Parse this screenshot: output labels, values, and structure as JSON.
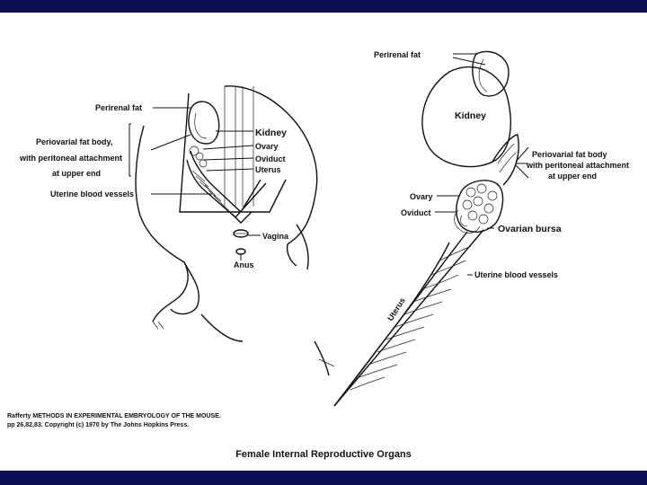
{
  "colors": {
    "band": "#0c1052",
    "ink": "#111111",
    "background": "#ffffff"
  },
  "left_labels": {
    "perirenal_fat": "Perirenal fat",
    "periovarial_line1": "Periovarial fat body,",
    "periovarial_line2": "with peritoneal attachment",
    "periovarial_line3": "at upper end",
    "kidney": "Kidney",
    "ovary": "Ovary",
    "oviduct": "Oviduct",
    "uterus": "Uterus",
    "uterine_blood_vessels": "Uterine blood vessels",
    "vagina": "Vagina",
    "anus": "Anus"
  },
  "right_labels": {
    "perirenal_fat": "Perirenal fat",
    "kidney": "Kidney",
    "periovarial_line1": "Periovarial fat body",
    "periovarial_line2": "with peritoneal attachment",
    "periovarial_line3": "at upper end",
    "ovary": "Ovary",
    "oviduct": "Oviduct",
    "ovarian_bursa": "Ovarian bursa",
    "uterine_blood_vessels": "Uterine blood vessels",
    "uterus": "Uterus"
  },
  "credit": {
    "line1": "Rafferty METHODS IN EXPERIMENTAL EMBRYOLOGY OF THE MOUSE.",
    "line2": "pp 26,82,83. Copyright (c) 1970 by The Johns Hopkins Press."
  },
  "caption": "Female Internal Reproductive Organs"
}
